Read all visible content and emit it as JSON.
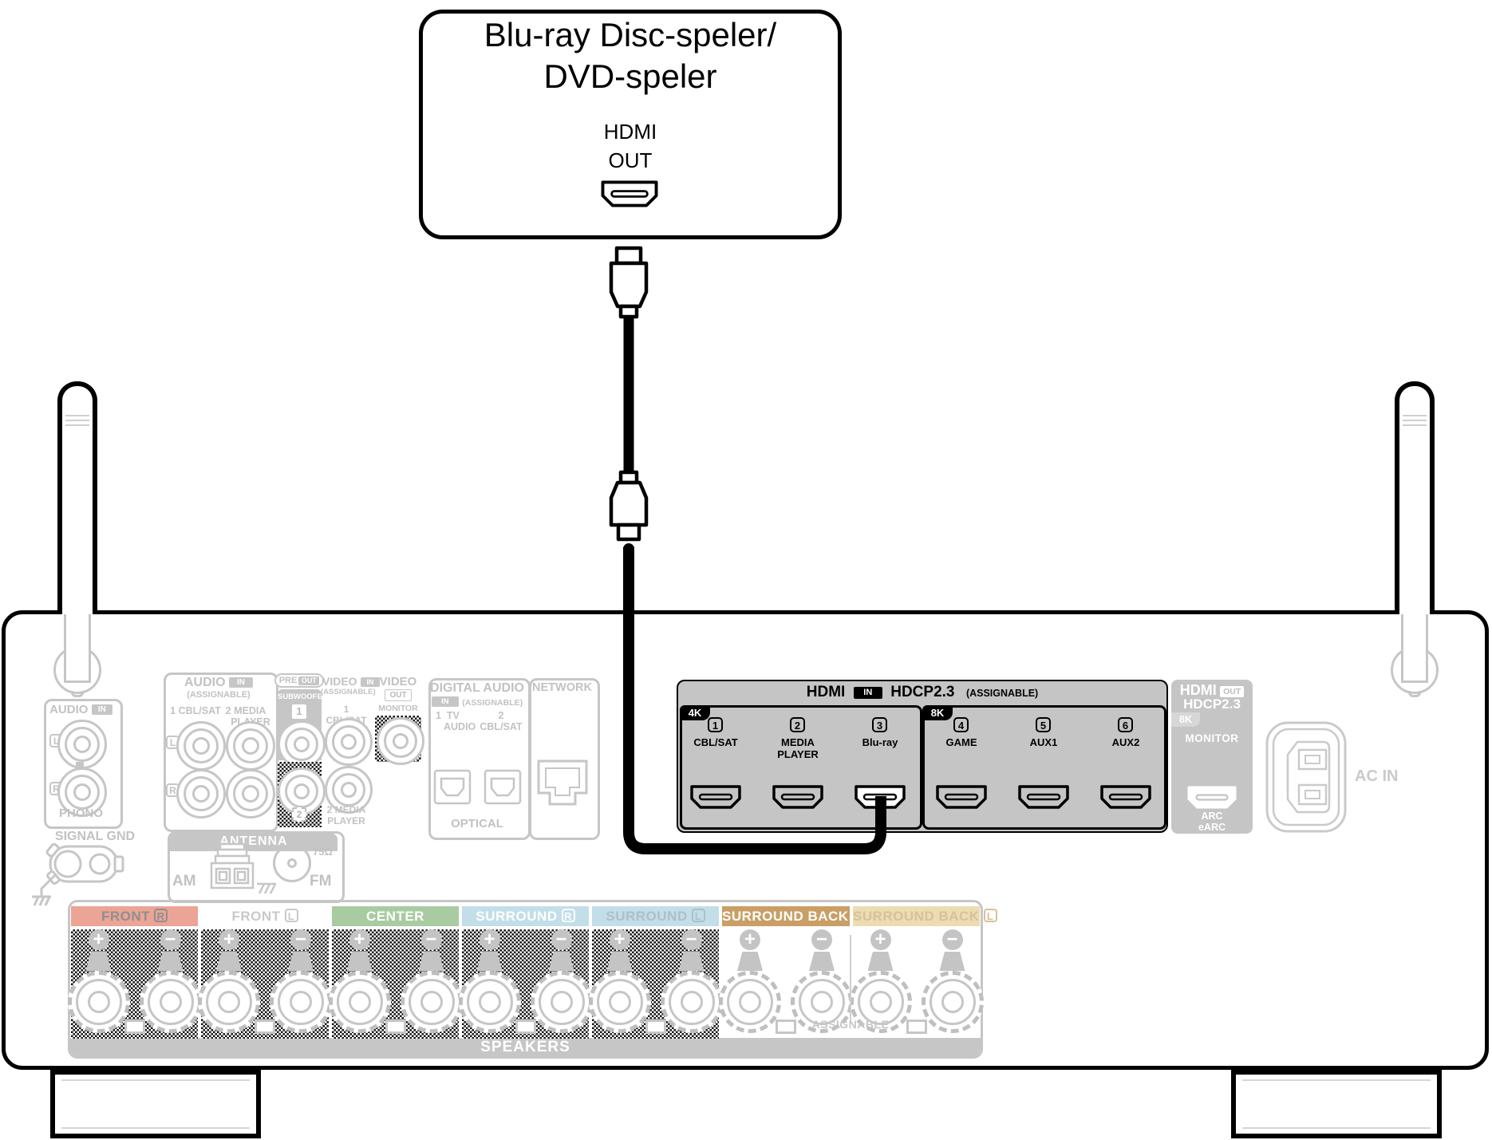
{
  "device": {
    "title_line1": "Blu-ray Disc-speler/",
    "title_line2": "DVD-speler",
    "port_label_line1": "HDMI",
    "port_label_line2": "OUT"
  },
  "receiver": {
    "phono": {
      "header": "AUDIO",
      "in_badge": "IN",
      "left": "L",
      "right": "R",
      "label": "PHONO"
    },
    "signal_gnd_label": "SIGNAL GND",
    "audio_in": {
      "header": "AUDIO",
      "in_badge": "IN",
      "assignable": "(ASSIGNABLE)",
      "input1": "1 CBL/SAT",
      "input2_line1": "2 MEDIA",
      "input2_line2": "PLAYER",
      "left": "L",
      "right": "R"
    },
    "pre_out": {
      "pre": "PRE",
      "out_badge": "OUT",
      "subwoofer": "SUBWOOFER",
      "sub1": "1",
      "sub2": "2"
    },
    "video_in": {
      "header": "VIDEO",
      "in_badge": "IN",
      "assignable": "(ASSIGNABLE)",
      "input1": "1 CBL/SAT",
      "input2_line1": "2 MEDIA",
      "input2_line2": "PLAYER"
    },
    "video_out": {
      "header": "VIDEO",
      "out_badge": "OUT",
      "monitor": "MONITOR"
    },
    "digital_audio": {
      "header": "DIGITAL AUDIO",
      "in_badge": "IN",
      "assignable": "(ASSIGNABLE)",
      "input1_line1": "1  TV",
      "input1_line2": "AUDIO",
      "input2": "2 CBL/SAT",
      "optical": "OPTICAL"
    },
    "network_label": "NETWORK",
    "hdmi_in": {
      "header_hdmi": "HDMI",
      "header_in_badge": "IN",
      "header_hdcp": "HDCP2.3",
      "header_assignable": "(ASSIGNABLE)",
      "tab_4k": "4K",
      "tab_8k": "8K",
      "ports": [
        {
          "num": "1",
          "label": "CBL/SAT"
        },
        {
          "num": "2",
          "label": "MEDIA PLAYER"
        },
        {
          "num": "3",
          "label": "Blu-ray"
        },
        {
          "num": "4",
          "label": "GAME"
        },
        {
          "num": "5",
          "label": "AUX1"
        },
        {
          "num": "6",
          "label": "AUX2"
        }
      ]
    },
    "hdmi_out": {
      "hdmi": "HDMI",
      "out_badge": "OUT",
      "hdcp": "HDCP2.3",
      "tab_8k": "8K",
      "monitor": "MONITOR",
      "arc": "ARC",
      "earc": "eARC"
    },
    "ac_in_label": "AC IN",
    "antenna": {
      "header": "ANTENNA",
      "am": "AM",
      "fm": "FM",
      "fm_ohm": "75Ω"
    },
    "speakers": {
      "plus": "+",
      "minus": "−",
      "labels": [
        {
          "text": "FRONT",
          "channel": "R",
          "bg": "#eba495",
          "fg": "#8f8f8f"
        },
        {
          "text": "FRONT",
          "channel": "L",
          "bg": "#ffffff",
          "fg": "#c9c9c9"
        },
        {
          "text": "CENTER",
          "channel": "",
          "bg": "#a9cba1",
          "fg": "#ffffff"
        },
        {
          "text": "SURROUND",
          "channel": "R",
          "bg": "#c2dee9",
          "fg": "#ffffff"
        },
        {
          "text": "SURROUND",
          "channel": "L",
          "bg": "#c2dee9",
          "fg": "#aebfc7"
        },
        {
          "text": "SURROUND BACK",
          "channel": "R",
          "bg": "#c99f66",
          "fg": "#ffffff"
        },
        {
          "text": "SURROUND BACK",
          "channel": "L",
          "bg": "#eddcb2",
          "fg": "#d5c29a"
        }
      ],
      "assignable": "ASSIGNABLE",
      "footer": "SPEAKERS"
    },
    "palette": {
      "active_panel_gray": "#c5c5c5",
      "inactive_gray": "#c6c6c6",
      "cable_black": "#000000",
      "port3_highlight": "#ffffff"
    }
  }
}
